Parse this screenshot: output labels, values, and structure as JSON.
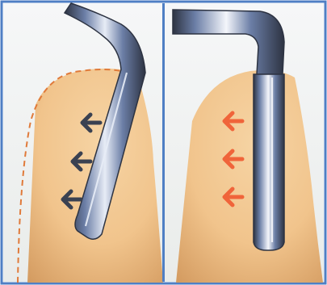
{
  "figure": {
    "panels": [
      {
        "name": "left",
        "tool_angle": "tilted",
        "arrow_color": "#3a4151",
        "arrow_count": 3,
        "dashed_outline": true,
        "outline_color": "#e07a3a"
      },
      {
        "name": "right",
        "tool_angle": "vertical",
        "arrow_color": "#f0643a",
        "arrow_count": 3,
        "dashed_outline": false
      }
    ],
    "colors": {
      "frame": "#4f7fc4",
      "background_light": "#eef0ef",
      "tissue": "#f1c48c",
      "tissue_dark": "#d39a5f",
      "instrument": "#6b7ea6",
      "instrument_highlight": "#e7ecf6",
      "instrument_shadow": "#2d3342"
    }
  }
}
